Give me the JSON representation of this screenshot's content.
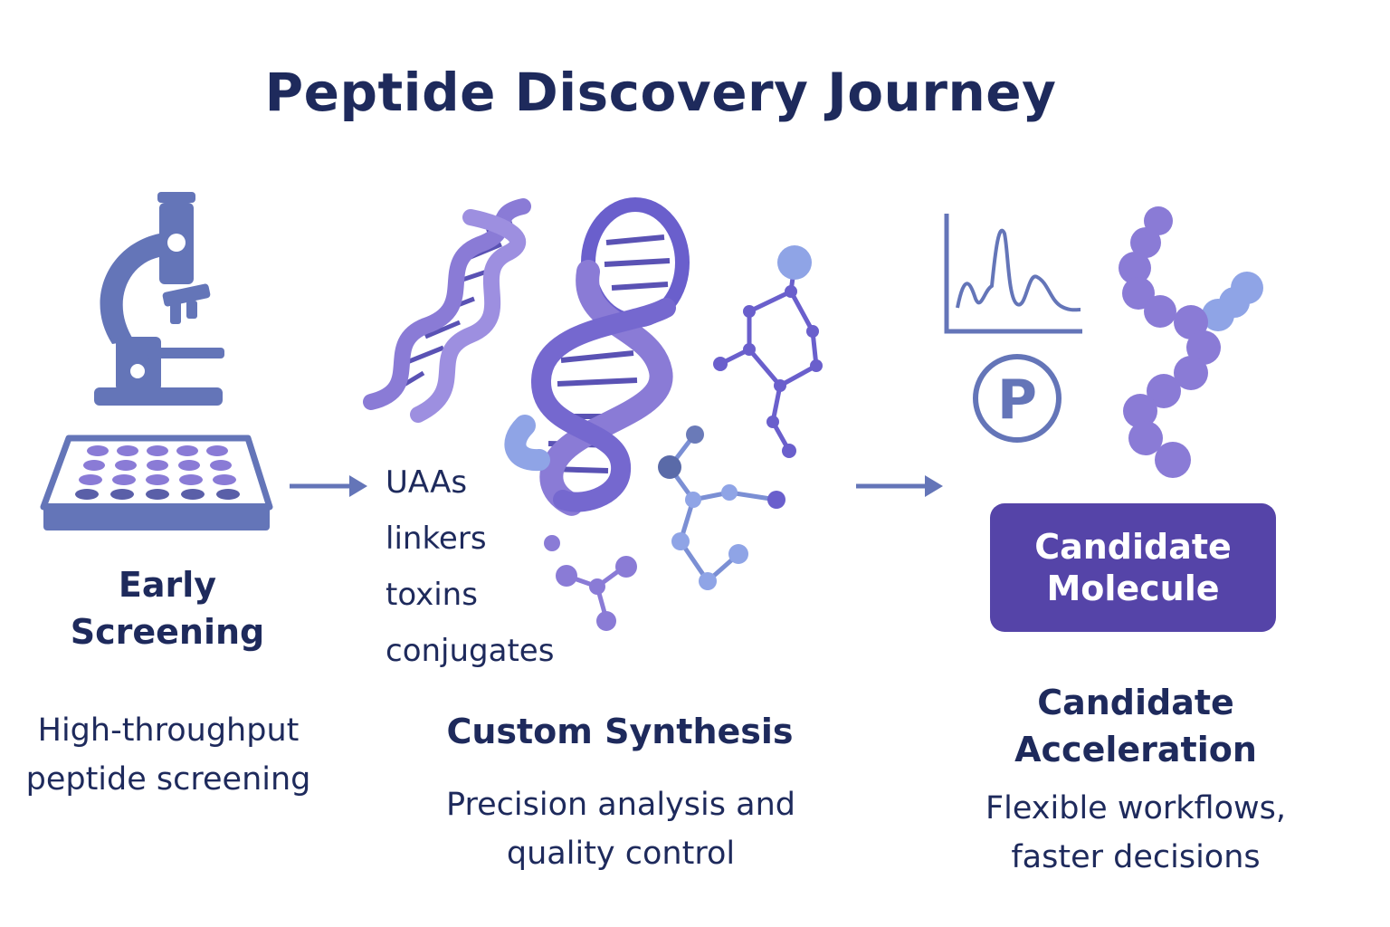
{
  "title": "Peptide Discovery Journey",
  "colors": {
    "accent": "#5544a8",
    "icon_blue": "#6475b8",
    "helix_purple": "#8a7bd6",
    "title_navy": "#1e2a5c"
  },
  "stages": [
    {
      "title_line1": "Early",
      "title_line2": "Screening",
      "desc_line1": "High-throughput",
      "desc_line2": "peptide screening",
      "icons": [
        "microscope-icon",
        "well-plate-icon"
      ]
    },
    {
      "items": [
        "UAAs",
        "linkers",
        "toxins",
        "conjugates"
      ],
      "title": "Custom Synthesis",
      "desc_line1": "Precision analysis and",
      "desc_line2": "quality control",
      "icons": [
        "dna-helix-icon",
        "molecule-icon"
      ]
    },
    {
      "box_line1": "Candidate",
      "box_line2": "Molecule",
      "title_line1": "Candidate",
      "title_line2": "Acceleration",
      "desc_line1": "Flexible workflows,",
      "desc_line2": "faster decisions",
      "icons": [
        "chromatogram-icon",
        "p-symbol-icon",
        "peptide-chain-icon"
      ]
    }
  ],
  "p_symbol": "P"
}
